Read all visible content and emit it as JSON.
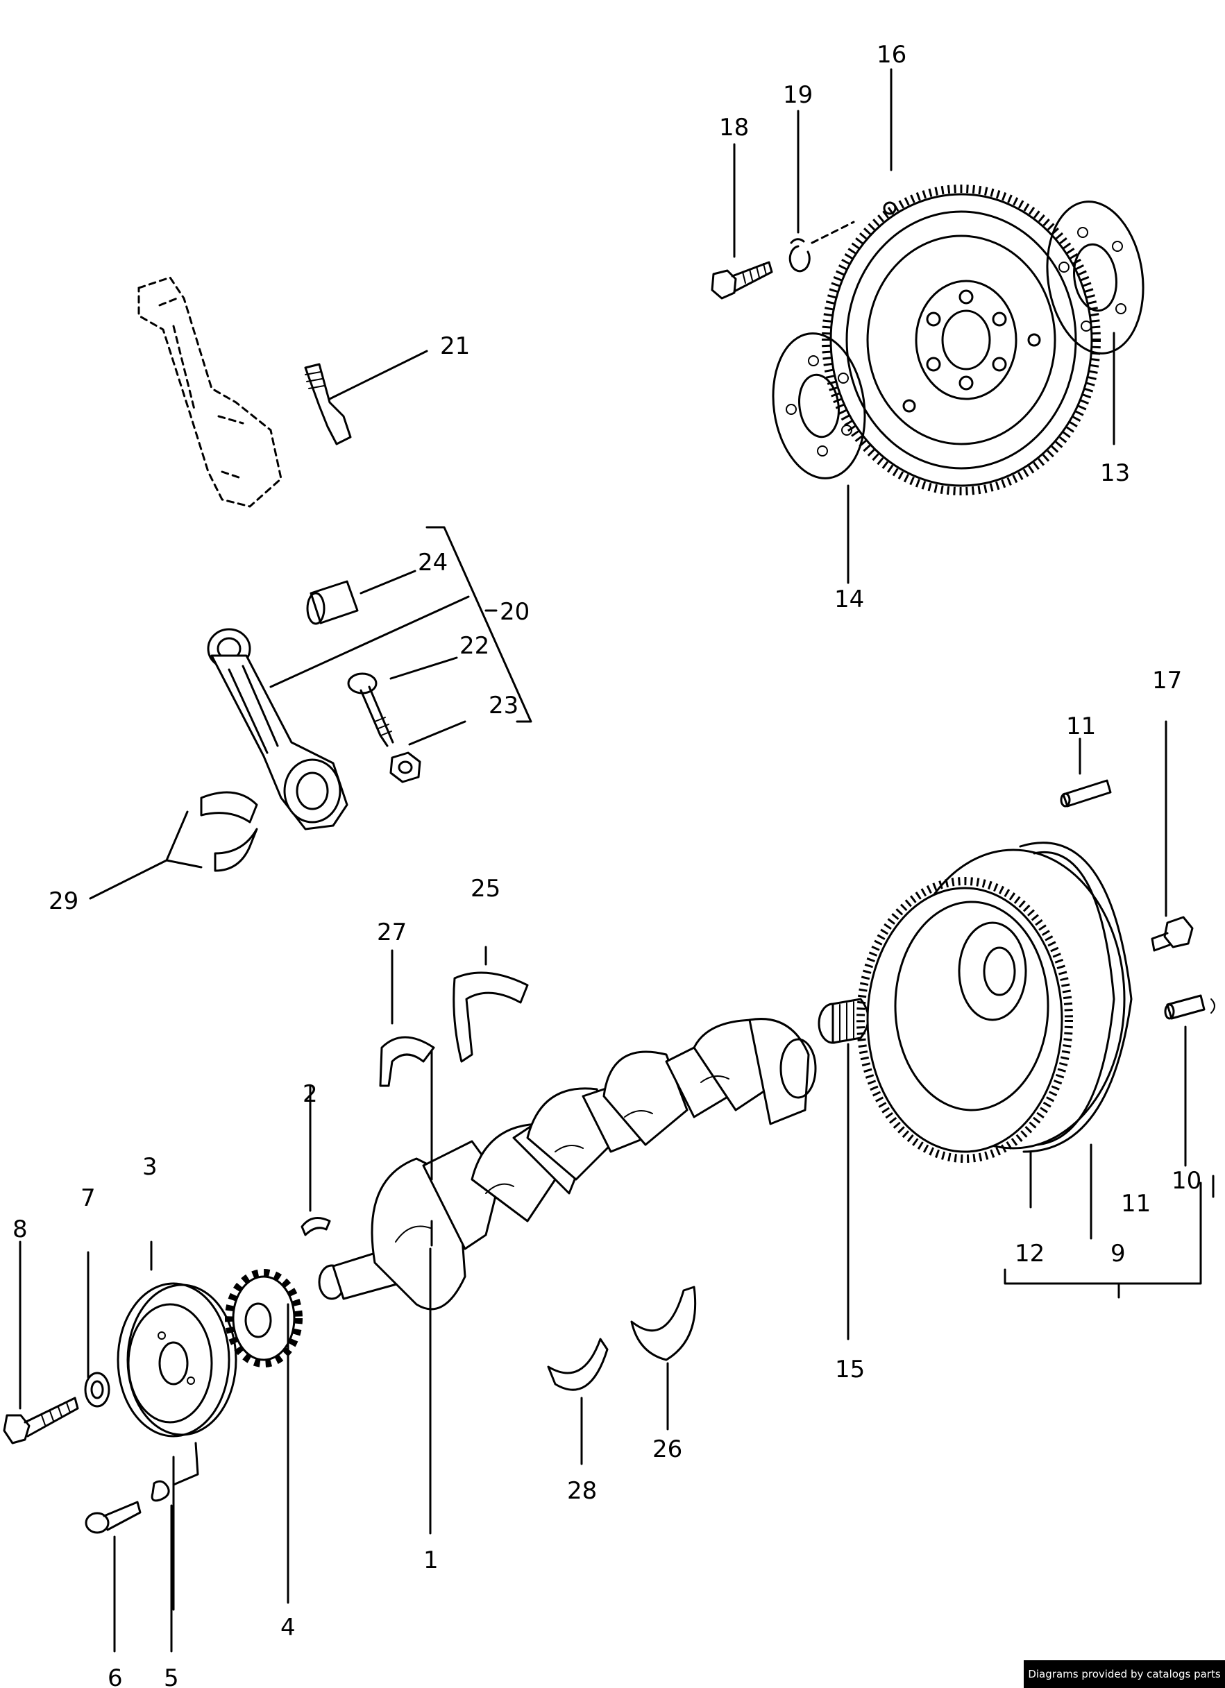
{
  "diagram": {
    "credit": "Diagrams provided by catalogs parts",
    "callouts": [
      {
        "id": "1",
        "text": "1"
      },
      {
        "id": "2",
        "text": "2"
      },
      {
        "id": "3",
        "text": "3"
      },
      {
        "id": "4",
        "text": "4"
      },
      {
        "id": "5",
        "text": "5"
      },
      {
        "id": "6",
        "text": "6"
      },
      {
        "id": "7",
        "text": "7"
      },
      {
        "id": "8",
        "text": "8"
      },
      {
        "id": "9",
        "text": "9"
      },
      {
        "id": "10",
        "text": "10"
      },
      {
        "id": "11a",
        "text": "11"
      },
      {
        "id": "11b",
        "text": "11"
      },
      {
        "id": "12",
        "text": "12"
      },
      {
        "id": "13",
        "text": "13"
      },
      {
        "id": "14",
        "text": "14"
      },
      {
        "id": "15",
        "text": "15"
      },
      {
        "id": "16",
        "text": "16"
      },
      {
        "id": "17",
        "text": "17"
      },
      {
        "id": "18",
        "text": "18"
      },
      {
        "id": "19",
        "text": "19"
      },
      {
        "id": "20",
        "text": "20"
      },
      {
        "id": "21",
        "text": "21"
      },
      {
        "id": "22",
        "text": "22"
      },
      {
        "id": "23",
        "text": "23"
      },
      {
        "id": "24",
        "text": "24"
      },
      {
        "id": "25",
        "text": "25"
      },
      {
        "id": "26",
        "text": "26"
      },
      {
        "id": "27",
        "text": "27"
      },
      {
        "id": "28",
        "text": "28"
      },
      {
        "id": "29",
        "text": "29"
      }
    ]
  }
}
